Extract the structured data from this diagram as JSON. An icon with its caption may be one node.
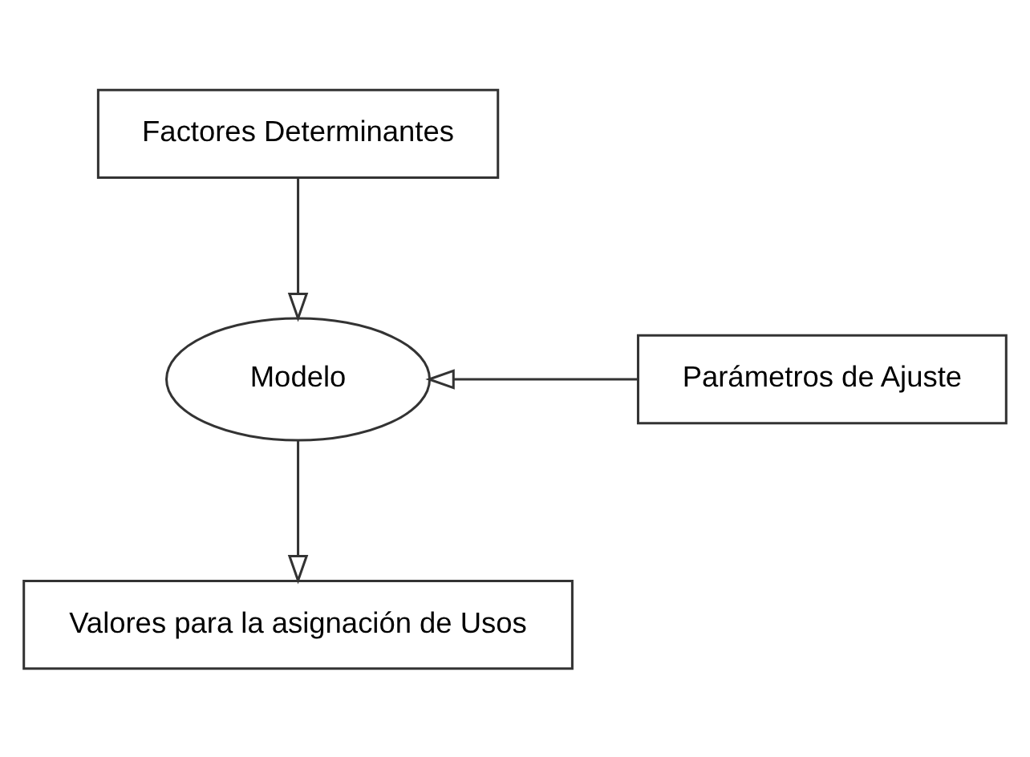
{
  "diagram": {
    "nodes": [
      {
        "text": [
          "Factores Determinantes"
        ]
      },
      {
        "text": [
          "Modelo"
        ]
      },
      {
        "text": [
          "Parámetros de Ajuste"
        ]
      },
      {
        "text": [
          "Valores para la asignación de Usos"
        ]
      }
    ],
    "edges": [
      {
        "from": 0,
        "to": 1,
        "arrow": "to"
      },
      {
        "from": 2,
        "to": 1,
        "arrow": "to"
      },
      {
        "from": 1,
        "to": 3,
        "arrow": "to"
      }
    ]
  }
}
